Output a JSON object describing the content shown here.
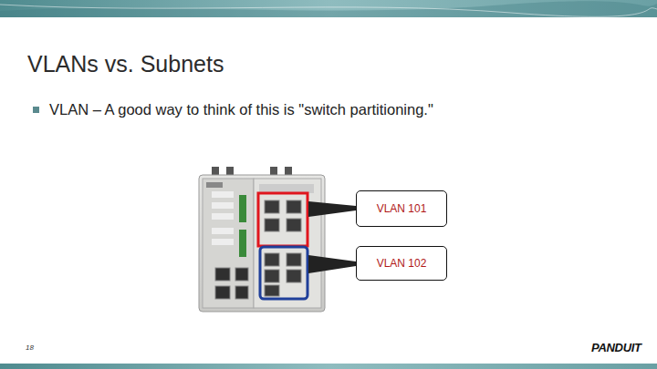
{
  "diagram": {
    "title": "VLANs vs. Subnets",
    "nodes": [
      {
        "text": [
          "VLAN 101"
        ]
      },
      {
        "text": [
          "VLAN 102"
        ]
      }
    ],
    "labels": [
      "VLAN – A good way to think of this is \"switch partitioning.\"",
      "18",
      "PANDUIT"
    ]
  }
}
